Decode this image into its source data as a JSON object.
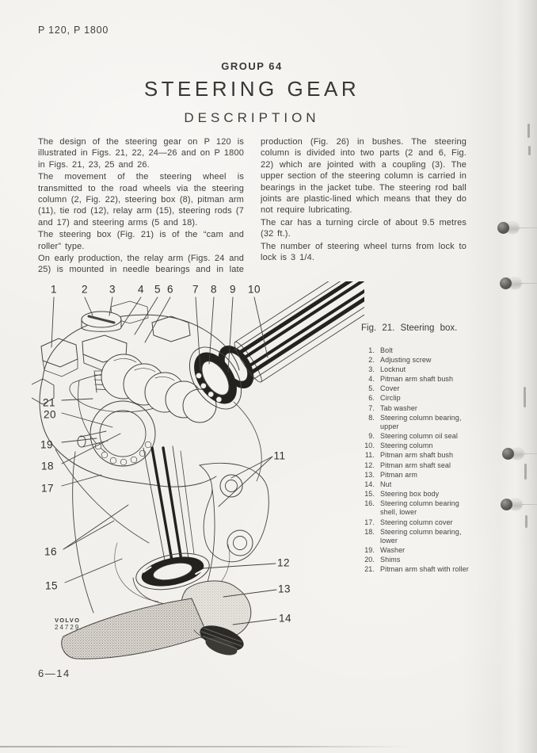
{
  "page": {
    "model_header": "P 120,  P 1800",
    "group_label": "GROUP 64",
    "title": "STEERING GEAR",
    "subtitle": "DESCRIPTION",
    "page_number": "6—14"
  },
  "body": {
    "left_column": [
      "The design of the steering gear on P 120 is illustrated in Figs. 21, 22, 24—26 and on P 1800 in Figs. 21, 23, 25 and 26.",
      "The movement of the steering wheel is transmitted to the road wheels via the steering column (2, Fig. 22), steering box (8), pitman arm (11), tie rod (12), relay arm (15), steering rods (7 and 17) and steering arms (5 and 18).",
      "The steering box (Fig. 21) is of the “cam and roller” type.",
      "On early production, the relay arm (Figs. 24 and 25) is mounted in needle bearings and in late"
    ],
    "right_column": [
      "production (Fig. 26) in bushes. The steering column is divided into two parts (2 and 6, Fig. 22) which are jointed with a coupling (3). The upper section of the steering column is carried in bearings in the jacket tube. The steering rod ball joints are plastic-lined which means that they do not require lubricating.",
      "The car has a turning circle of about 9.5 metres (32 ft.).",
      "The number of steering wheel turns from lock to lock is 3 1/4."
    ]
  },
  "figure": {
    "caption": "Fig. 21. Steering box.",
    "watermark": {
      "brand": "VOLVO",
      "number": "24729"
    },
    "callouts": [
      "1",
      "2",
      "3",
      "4",
      "5",
      "6",
      "7",
      "8",
      "9",
      "10",
      "11",
      "12",
      "13",
      "14",
      "15",
      "16",
      "17",
      "18",
      "19",
      "20",
      "21"
    ],
    "parts": [
      {
        "num": "1.",
        "text": "Bolt"
      },
      {
        "num": "2.",
        "text": "Adjusting screw"
      },
      {
        "num": "3.",
        "text": "Locknut"
      },
      {
        "num": "4.",
        "text": "Pitman arm shaft bush"
      },
      {
        "num": "5.",
        "text": "Cover"
      },
      {
        "num": "6.",
        "text": "Circlip"
      },
      {
        "num": "7.",
        "text": "Tab washer"
      },
      {
        "num": "8.",
        "text": "Steering column bearing, upper"
      },
      {
        "num": "9.",
        "text": "Steering column oil seal"
      },
      {
        "num": "10.",
        "text": "Steering column"
      },
      {
        "num": "11.",
        "text": "Pitman arm shaft bush"
      },
      {
        "num": "12.",
        "text": "Pitman arm shaft seal"
      },
      {
        "num": "13.",
        "text": "Pitman arm"
      },
      {
        "num": "14.",
        "text": "Nut"
      },
      {
        "num": "15.",
        "text": "Steering box body"
      },
      {
        "num": "16.",
        "text": "Steering column bearing shell, lower"
      },
      {
        "num": "17.",
        "text": "Steering column cover"
      },
      {
        "num": "18.",
        "text": "Steering column bearing, lower"
      },
      {
        "num": "19.",
        "text": "Washer"
      },
      {
        "num": "20.",
        "text": "Shims"
      },
      {
        "num": "21.",
        "text": "Pitman arm shaft with roller"
      }
    ]
  },
  "colors": {
    "paper": "#f2f0ec",
    "ink": "#3c3b38",
    "line": "#45443f"
  }
}
